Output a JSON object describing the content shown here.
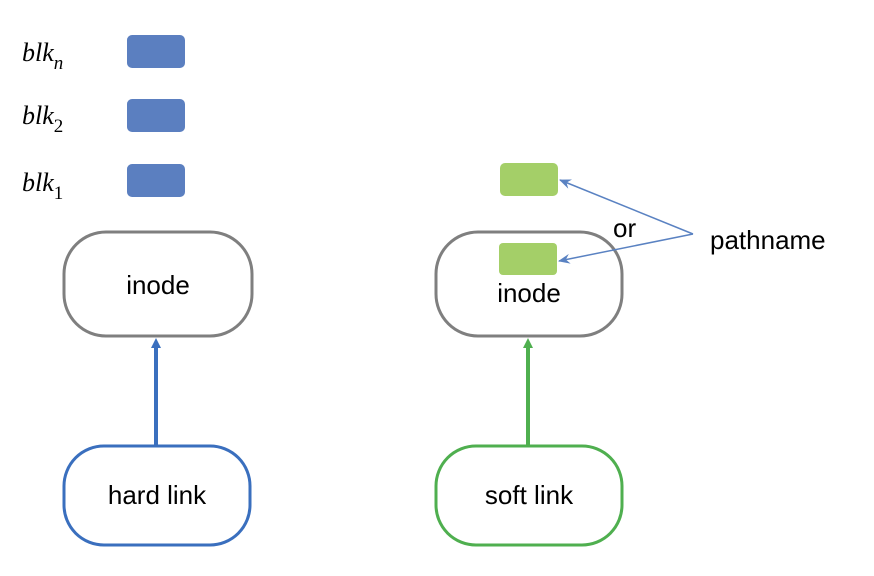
{
  "blocks": [
    {
      "base": "blk",
      "subscript": "n"
    },
    {
      "base": "blk",
      "subscript": "2"
    },
    {
      "base": "blk",
      "subscript": "1"
    }
  ],
  "hard": {
    "inode_label": "inode",
    "link_label": "hard link"
  },
  "soft": {
    "inode_label": "inode",
    "link_label": "soft link"
  },
  "or_label": "or",
  "pathname_label": "pathname",
  "colors": {
    "data_block": "#5b7fc0",
    "pathname_block": "#a4cf68",
    "inode_border": "#7f7f7f",
    "hard_link": "#3a6fbe",
    "soft_link": "#4faf4f",
    "pathname_arrow": "#5a82c2"
  }
}
